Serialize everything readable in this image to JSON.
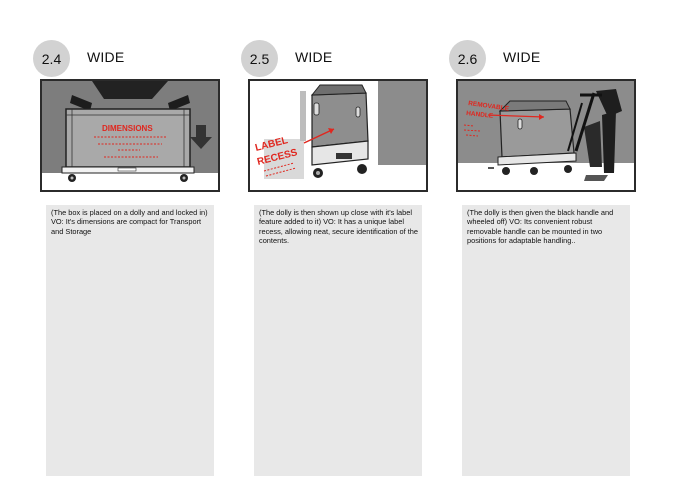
{
  "panels": [
    {
      "number": "2.4",
      "shot": "WIDE",
      "notes": "(The box is placed on a dolly and and locked in) VO: It's dimensions are compact for Transport and Storage",
      "sketch_text": [
        "DIMENSIONS"
      ]
    },
    {
      "number": "2.5",
      "shot": "WIDE",
      "notes": "(The dolly is then shown up close with it's label feature added to it)  VO: It has a unique label recess, allowing neat, secure identification of the contents.",
      "sketch_text": [
        "LABEL",
        "RECESS"
      ]
    },
    {
      "number": "2.6",
      "shot": "WIDE",
      "notes": "(The dolly is then given the black handle and wheeled off) VO: Its convenient robust removable handle can be mounted in two positions for adaptable handling..",
      "sketch_text": [
        "REMOVABLE",
        "HANDLE"
      ]
    }
  ],
  "colors": {
    "badge": "#d2d2d2",
    "notes_bg": "#e8e8e8",
    "sketch_red": "#e0271f",
    "sketch_gray": "#8c8c8c"
  }
}
